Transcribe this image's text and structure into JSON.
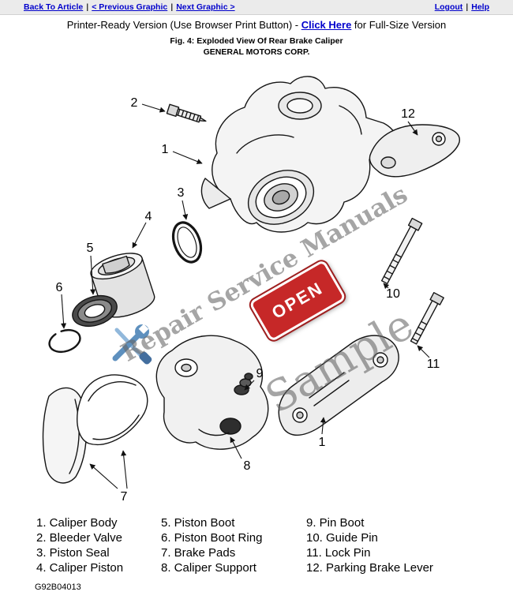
{
  "nav": {
    "back": "Back To Article",
    "prev": "< Previous Graphic",
    "next": "Next Graphic >",
    "logout": "Logout",
    "help": "Help",
    "separator": "|"
  },
  "title": {
    "prefix": "Printer-Ready Version (Use Browser Print Button) - ",
    "link": "Click Here",
    "suffix": " for Full-Size Version"
  },
  "figure": {
    "caption": "Fig. 4: Exploded View Of Rear Brake Caliper",
    "company": "GENERAL MOTORS CORP."
  },
  "watermark": {
    "brand": "Repair Service Manuals",
    "sample": "Sample",
    "open_sign": "OPEN"
  },
  "diagram": {
    "callouts": [
      "2",
      "1",
      "12",
      "3",
      "4",
      "5",
      "6",
      "7",
      "8",
      "9",
      "10",
      "11",
      "1"
    ]
  },
  "legend": {
    "columns": [
      [
        "1. Caliper Body",
        "2. Bleeder Valve",
        "3. Piston Seal",
        "4. Caliper Piston"
      ],
      [
        "5. Piston Boot",
        "6. Piston Boot Ring",
        "7. Brake Pads",
        "8. Caliper Support"
      ],
      [
        "9. Pin Boot",
        "10. Guide Pin",
        "11. Lock Pin",
        "12. Parking Brake Lever"
      ]
    ]
  },
  "footer": {
    "code": "G92B04013"
  },
  "colors": {
    "link_blue": "#0000cc",
    "open_red": "#c62828",
    "watermark_gray": "#646464"
  }
}
